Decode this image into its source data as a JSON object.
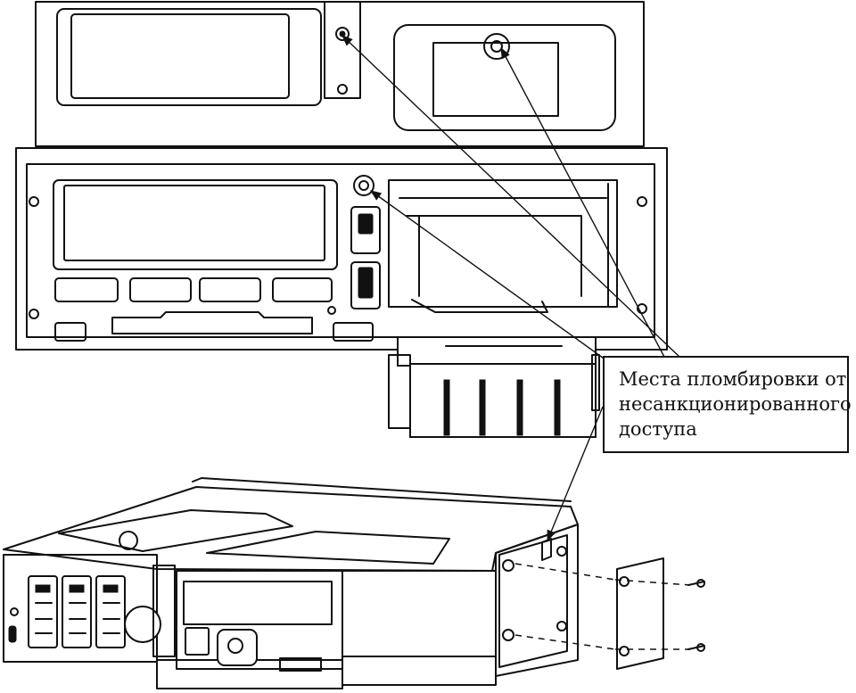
{
  "annotation": {
    "lines": [
      "Места пломбировки от",
      "несанкционированного",
      "доступа"
    ]
  }
}
